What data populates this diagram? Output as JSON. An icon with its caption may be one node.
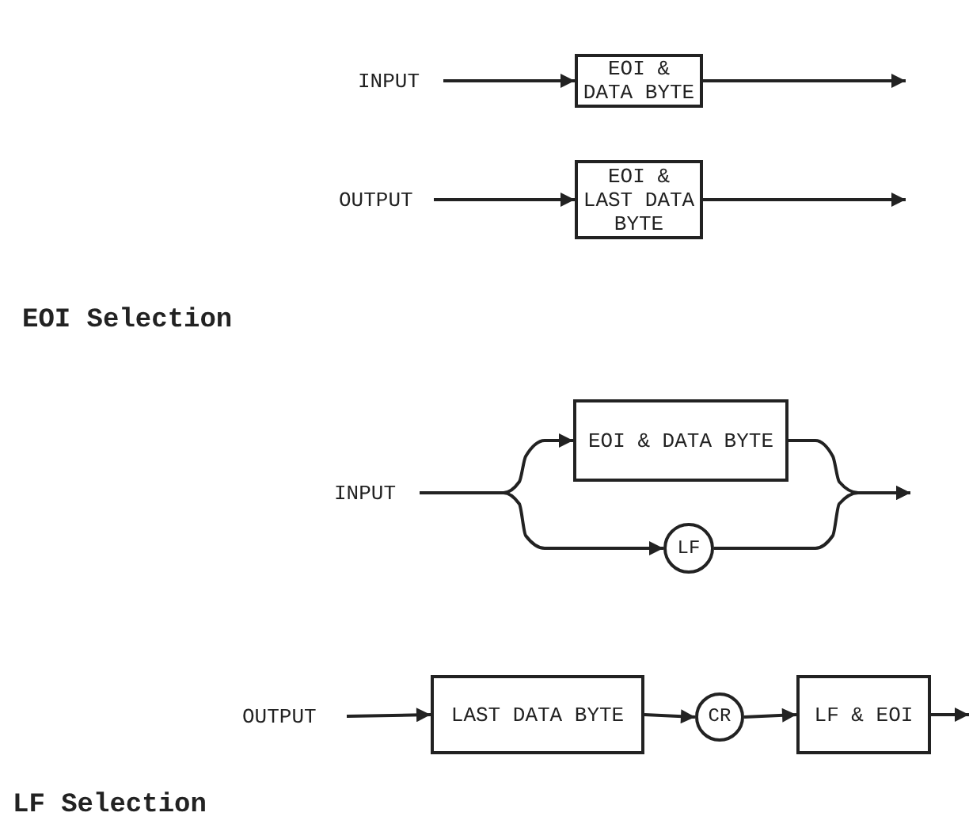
{
  "diagram": {
    "nodes": [
      {
        "text": [
          "INPUT"
        ]
      },
      {
        "text": [
          "EOI & DATA BYTE"
        ]
      },
      {
        "text": [
          "OUTPUT"
        ]
      },
      {
        "text": [
          "EOI & LAST DATA BYTE"
        ]
      },
      {
        "text": [
          "INPUT"
        ]
      },
      {
        "text": [
          "EOI & DATA BYTE"
        ]
      },
      {
        "text": [
          "LF"
        ]
      },
      {
        "text": [
          "OUTPUT"
        ]
      },
      {
        "text": [
          "LAST DATA BYTE"
        ]
      },
      {
        "text": [
          "CR"
        ]
      },
      {
        "text": [
          "LF & EOI"
        ]
      }
    ],
    "edges": [
      {
        "from": 0,
        "to": 1,
        "arrow": "to"
      },
      {
        "from": 1,
        "to": null,
        "arrow": "to"
      },
      {
        "from": 2,
        "to": 3,
        "arrow": "to"
      },
      {
        "from": 3,
        "to": null,
        "arrow": "to"
      },
      {
        "from": 4,
        "to": 5,
        "arrow": "to"
      },
      {
        "from": 4,
        "to": 6,
        "arrow": "to"
      },
      {
        "from": 5,
        "to": null,
        "arrow": "to"
      },
      {
        "from": 6,
        "to": null,
        "arrow": "to"
      },
      {
        "from": 7,
        "to": 8,
        "arrow": "to"
      },
      {
        "from": 8,
        "to": 9,
        "arrow": "to"
      },
      {
        "from": 9,
        "to": 10,
        "arrow": "to"
      },
      {
        "from": 10,
        "to": null,
        "arrow": "to"
      }
    ],
    "labels": [
      "EOI Selection",
      "LF Selection"
    ]
  }
}
